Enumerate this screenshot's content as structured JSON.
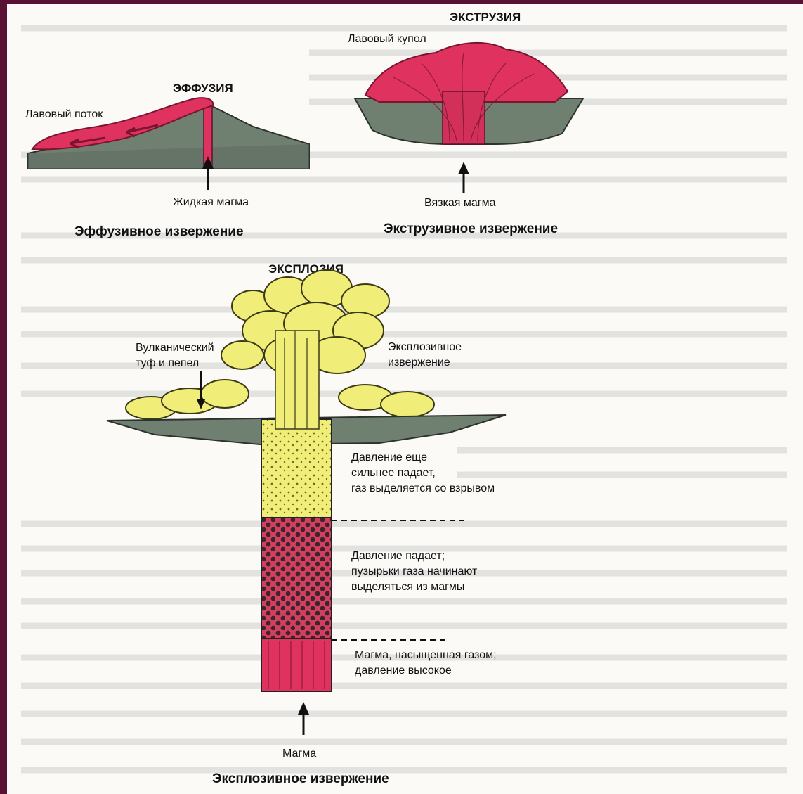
{
  "effusion": {
    "title": "ЭФФУЗИЯ",
    "lava_flow": "Лавовый поток",
    "liquid_magma": "Жидкая магма",
    "caption": "Эффузивное извержение"
  },
  "extrusion": {
    "title": "ЭКСТРУЗИЯ",
    "lava_dome": "Лавовый купол",
    "viscous_magma": "Вязкая магма",
    "caption": "Экструзивное извержение"
  },
  "explosion": {
    "title": "ЭКСПЛОЗИЯ",
    "tuff_line1": "Вулканический",
    "tuff_line2": "туф и пепел",
    "eruption_line1": "Эксплозивное",
    "eruption_line2": "извержение",
    "pressure_drop_more_1": "Давление еще",
    "pressure_drop_more_2": "сильнее падает,",
    "pressure_drop_more_3": "газ выделяется со взрывом",
    "pressure_drop_1": "Давление падает;",
    "pressure_drop_2": "пузырьки газа начинают",
    "pressure_drop_3": "выделяться из магмы",
    "gas_saturated_1": "Магма, насыщенная газом;",
    "gas_saturated_2": "давление высокое",
    "magma": "Магма",
    "caption": "Эксплозивное извержение"
  },
  "colors": {
    "frame": "#5a1234",
    "paper": "#fbfaf6",
    "ground": "#6f7f70",
    "lava": "#e0325e",
    "ash": "#f0ee78",
    "bubbles": "#3a2430"
  }
}
